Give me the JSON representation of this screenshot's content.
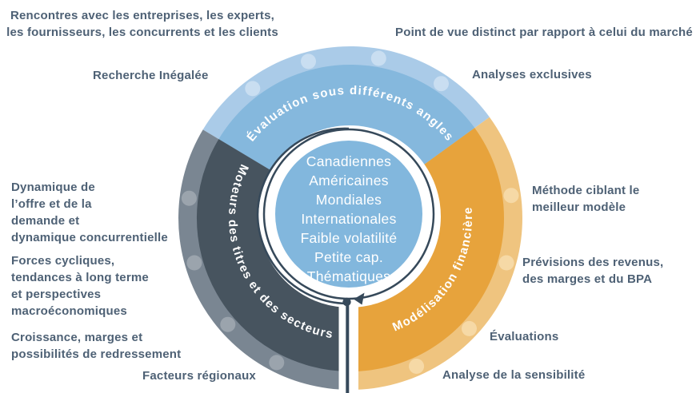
{
  "outer_labels": {
    "top_left": "Rencontres avec les entreprises, les experts,\nles fournisseurs, les concurrents et les clients",
    "research": "Recherche Inégalée",
    "top_right": "Point de vue distinct par rapport à celui du marché",
    "analyses": "Analyses exclusives",
    "method": "Méthode ciblant le\nmeilleur modèle",
    "forecasts": "Prévisions des revenus,\ndes marges et du BPA",
    "valuations": "Évaluations",
    "sensitivity": "Analyse de la sensibilité",
    "dynamics": "Dynamique de\nl’offre et de la\ndemande et\ndynamique concurrentielle",
    "forces": "Forces cycliques,\ntendances à long terme\net perspectives\nmacroéconomiques",
    "growth": "Croissance, marges et\npossibilités de redressement",
    "regional": "Facteurs régionaux"
  },
  "wheel": {
    "segments": [
      {
        "id": "evaluation",
        "label": "Évaluation sous différents angles",
        "color": "#85b8dd",
        "rim_color": "#aacbe8",
        "dot_color": "#c9def1"
      },
      {
        "id": "modelisation",
        "label": "Modélisation financière",
        "color": "#e7a33c",
        "rim_color": "#efc47f",
        "dot_color": "#f6d9a6"
      },
      {
        "id": "moteurs",
        "label": "Moteurs des titres et des secteurs",
        "color": "#47545f",
        "rim_color": "#7a8692",
        "dot_color": "#9ba4ad"
      }
    ],
    "center_items": [
      "Canadiennes",
      "Américaines",
      "Mondiales",
      "Internationales",
      "Faible volatilité",
      "Petite cap.",
      "Thématiques"
    ],
    "center_color": "#82b7dd",
    "ring_color": "#36495a"
  },
  "colors": {
    "label_text": "#4e6175",
    "background": "#ffffff"
  }
}
